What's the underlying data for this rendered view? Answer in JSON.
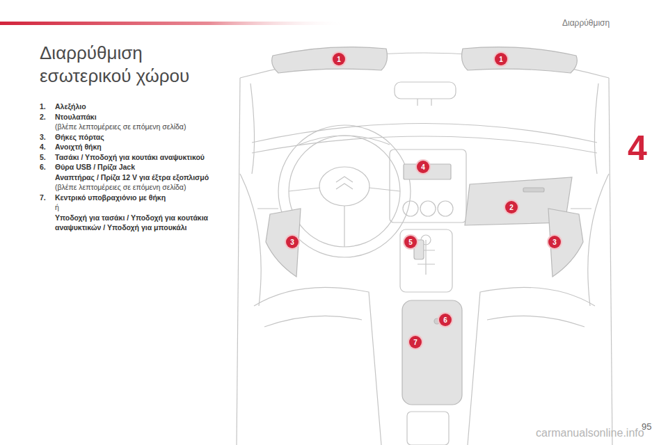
{
  "diagram": {
    "title": "Διαρρύθμιση εσωτερικού χώρου",
    "labels": [
      "Διαρρύθμιση",
      "1.",
      "Αλεξήλιο",
      "2.",
      "Ντουλαπάκι",
      "(βλέπε λεπτομέρειες σε επόμενη σελίδα)",
      "3.",
      "Θήκες πόρτας",
      "4.",
      "Ανοιχτή θήκη",
      "5.",
      "Τασάκι / Υποδοχή για κουτάκι αναψυκτικού",
      "6.",
      "Θύρα USB / Πρίζα Jack",
      "Αναπτήρας / Πρίζα 12 V για έξτρα εξοπλισμό",
      "(βλέπε λεπτομέρειες σε επόμενη σελίδα)",
      "7.",
      "Κεντρικό υποβραχιόνιο με θήκη",
      "ή",
      "Υποδοχή για τασάκι / Υποδοχή για κουτάκια αναψυκτικών / Υποδοχή για μπουκάλι",
      "1",
      "1",
      "4",
      "2",
      "3",
      "5",
      "3",
      "6",
      "7",
      "4",
      "95",
      "carmanualsonline.info"
    ]
  }
}
